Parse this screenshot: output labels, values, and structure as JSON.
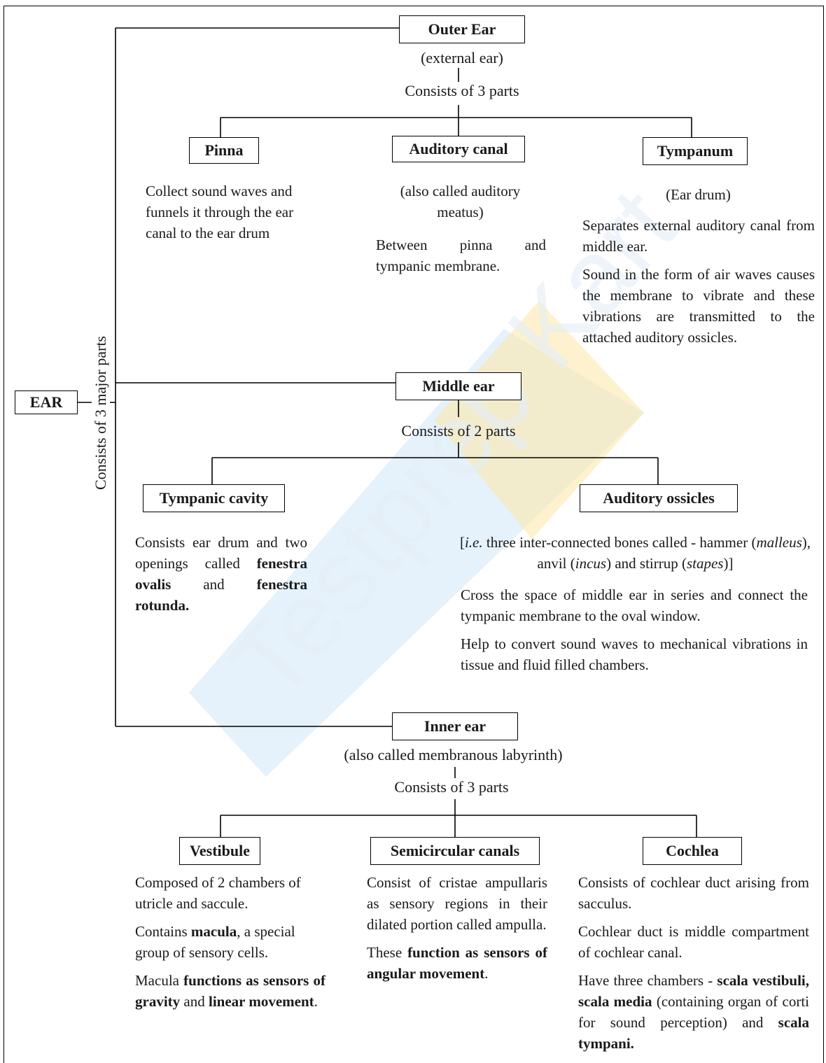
{
  "root": {
    "label": "EAR",
    "connector": "Consists of 3 major parts"
  },
  "outer_ear": {
    "title": "Outer Ear",
    "subtitle": "(external ear)",
    "connector": "Consists of 3 parts",
    "parts": [
      {
        "title": "Pinna",
        "desc": [
          "Collect sound waves and funnels it through the ear canal to the ear drum"
        ]
      },
      {
        "title": "Auditory canal",
        "alias": "(also called auditory meatus)",
        "desc": [
          "Between pinna and tympanic membrane."
        ]
      },
      {
        "title": "Tympanum",
        "alias": "(Ear drum)",
        "desc": [
          "Separates external auditory canal from middle ear.",
          "Sound in the form of air waves causes the membrane to vibrate and these vibrations are transmitted to the attached auditory ossicles."
        ]
      }
    ]
  },
  "middle_ear": {
    "title": "Middle ear",
    "connector": "Consists of 2 parts",
    "parts": [
      {
        "title": "Tympanic cavity",
        "desc_html": "Consists ear drum and two openings called <b>fenestra ovalis</b> and <b>fenestra rotunda.</b>"
      },
      {
        "title": "Auditory ossicles",
        "note_html": "[<i>i.e.</i> three inter-connected bones called - hammer (<i>malleus</i>), anvil (<i>incus</i>) and stirrup (<i>stapes</i>)]",
        "desc": [
          "Cross the space of middle ear in series and connect the tympanic membrane to the oval window.",
          "Help to convert sound waves to mechanical vibrations in tissue and fluid filled chambers."
        ]
      }
    ]
  },
  "inner_ear": {
    "title": "Inner ear",
    "subtitle": "(also called membranous labyrinth)",
    "connector": "Consists of 3 parts",
    "parts": [
      {
        "title": "Vestibule",
        "desc_html": [
          "Composed of 2 chambers of utricle and saccule.",
          "Contains <b>macula</b>, a special group of sensory cells.",
          "Macula <b>functions as sensors of gravity</b> and <b>linear movement</b>."
        ]
      },
      {
        "title": "Semicircular canals",
        "desc_html": [
          "Consist of cristae ampullaris as sensory regions in their dilated portion called ampulla.",
          "These <b>function as sensors of angular movement</b>."
        ]
      },
      {
        "title": "Cochlea",
        "desc_html": [
          "Consists of cochlear duct arising from sacculus.",
          "Cochlear duct is middle compartment of cochlear canal.",
          "Have three chambers - <b>scala vestibuli, scala media</b> (containing organ of corti for sound perception) and <b>scala tympani.</b>"
        ]
      }
    ]
  },
  "watermark": {
    "text": "Testprep Kart",
    "colors": {
      "blue": "#bfdcf5",
      "yellow": "#fbe6a8"
    }
  }
}
